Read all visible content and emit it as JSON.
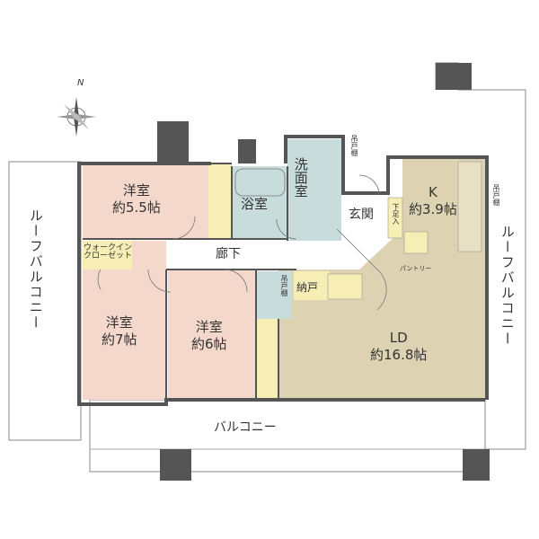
{
  "compass": {
    "north": "N"
  },
  "rooms": {
    "western_5_5": {
      "name": "洋室",
      "size": "約5.5帖"
    },
    "bath": {
      "name": "浴室"
    },
    "washroom": {
      "name": "洗面室"
    },
    "entrance": {
      "name": "玄関"
    },
    "kitchen": {
      "name": "K",
      "size": "約3.9帖"
    },
    "corridor": {
      "name": "廊下"
    },
    "walk_in_closet": {
      "line1": "ウォークイン",
      "line2": "クローゼット"
    },
    "western_7": {
      "name": "洋室",
      "size": "約7帖"
    },
    "western_6": {
      "name": "洋室",
      "size": "約6帖"
    },
    "storage": {
      "name": "納戸"
    },
    "ld": {
      "name": "LD",
      "size": "約16.8帖"
    },
    "pantry": {
      "name": "パントリー"
    },
    "shoe_closet": {
      "name": "下足入"
    },
    "hanging_shelf": {
      "name": "吊戸棚"
    }
  },
  "outdoor": {
    "roof_balcony_left": "ルーフバルコニー",
    "roof_balcony_right": "ルーフバルコニー",
    "balcony": "バルコニー"
  },
  "colors": {
    "western_room": "#f4d8cb",
    "wet_area": "#c8dcdb",
    "living": "#ddd3b2",
    "closet": "#f6eeb4",
    "wall": "#555555"
  }
}
